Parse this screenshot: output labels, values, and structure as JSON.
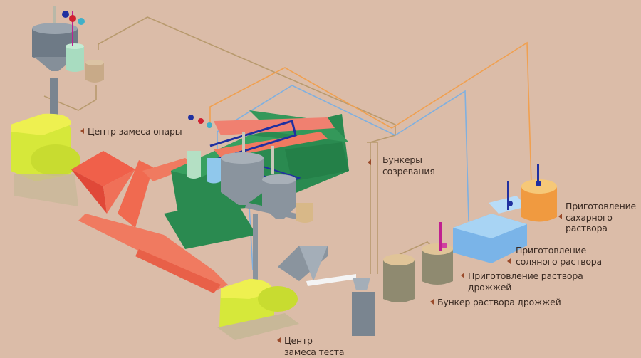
{
  "diagram": {
    "title_hidden": "",
    "background_color": "#dbbca8",
    "label_arrow_color": "#9a4a2a",
    "pipe_colors": {
      "tan": "#b89a6e",
      "orange": "#f0a050",
      "light_blue": "#7fb0e0",
      "pale_green": "#a8d8b8"
    },
    "labels": {
      "sponge_mixing": "Центр замеса опары",
      "maturation_bins_line1": "Бункеры",
      "maturation_bins_line2": "созревания",
      "sugar_line1": "Приготовление",
      "sugar_line2": "сахарного",
      "sugar_line3": "раствора",
      "salt_line1": "Приготовление",
      "salt_line2": "соляного раствора",
      "yeast_prep_line1": "Приготовление раствора",
      "yeast_prep_line2": "дрожжей",
      "yeast_bin": "Бункер раствора дрожжей",
      "dough_mixing_line1": "Центр",
      "dough_mixing_line2": "замеса теста"
    }
  }
}
